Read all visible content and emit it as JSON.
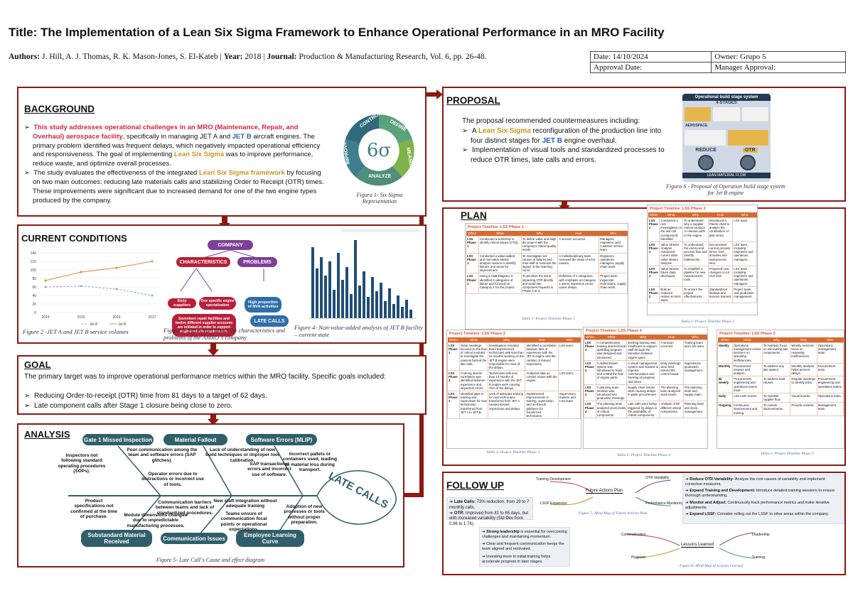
{
  "title": "Title: The Implementation of a Lean Six Sigma Framework to Enhance Operational Performance in an MRO Facility",
  "authors_label": "Authors:",
  "authors": "J. Hill, A. J. Thomas, R. K. Mason-Jones, S. El-Kateb",
  "year_label": "Year:",
  "year": "2018",
  "journal_label": "Journal:",
  "journal": "Production & Manufacturing Research, Vol. 6, pp. 26-48.",
  "meta": {
    "date": "Date: 14/10/2024",
    "owner": "Owner:  Grupo 5",
    "approval_date": "Approval Date:",
    "manager_approval": "Manager Approval:"
  },
  "background": {
    "heading": "BACKGROUND",
    "b1_hl": "This study addresses operational challenges in an MRO (Maintenance, Repair, and Overhaul) aerospace facility",
    "b1_a": ", specifically in managing JET A and ",
    "b1_jetb": "JET B",
    "b1_b": " aircraft engines. The primary problem identified was frequent delays, which negatively impacted operational efficiency and responsiveness. The goal of implementing ",
    "b1_lss": "Lean Six Sigma",
    "b1_c": " was to improve performance, reduce waste, and optimize overall processes.",
    "b2_a": "The study evaluates the effectiveness of the integrated ",
    "b2_lss": "Lean Six Sigma framework",
    "b2_b": " by focusing on two main outcomes: reducing late materials calls and stabilizing Order to Receipt (OTR) times. These improvements were significant due to increased demand for one of the two engine types produced by the company.",
    "dmaic": [
      "CONTROL",
      "DEFINE",
      "MEASURE",
      "ANALYZE",
      "IMPROVE"
    ],
    "caption": "Figura 1- Six Sigma Representation"
  },
  "current": {
    "heading": "CURRENT CONDITIONS",
    "caption2": "Figure 2 -JET A and JET B service volumes",
    "caption3": "Figure 3- Flowchart about the characteristics and problems of the AMRO´s company",
    "caption4": "Figure 4- Non-value-added analysis of JET B facility – current state",
    "flow": {
      "company": "COMPANY",
      "characteristics": "CHARACTERISTICS",
      "problems": "PROBLEMS",
      "sixty": "Sixty suppliers",
      "one": "One specific engine specialization",
      "nva": "High proportion of NVA activities",
      "seventeen": "Seventeen repair facilities and twelve different supplier accounts are initiated in order to support engine rebuild requirements",
      "late": "LATE CALLS"
    }
  },
  "chart_data": {
    "type": "line",
    "x": [
      "2014",
      "2015",
      "2016",
      "2017"
    ],
    "series": [
      {
        "name": "Jet A",
        "values": [
          60,
          62,
          55,
          40
        ]
      },
      {
        "name": "Jet B",
        "values": [
          75,
          95,
          105,
          120
        ]
      }
    ],
    "ylim": [
      0,
      140
    ],
    "yticks": [
      "0",
      "20",
      "40",
      "60",
      "80",
      "100",
      "120",
      "140"
    ],
    "grid": true,
    "legend": "bottom",
    "colors": {
      "Jet A": "#8fa6c4",
      "Jet B": "#e08a3c"
    }
  },
  "goal": {
    "heading": "GOAL",
    "intro": "The primary target was to improve operational performance metrics within the MRO facility. Specific goals included:",
    "items": [
      "Reducing Order-to-receipt (OTR) time from 81 days to a target of 62 days.",
      "Late component calls after Stage 1 closure being close to zero."
    ]
  },
  "analysis": {
    "heading": "ANALYSIS",
    "heads": {
      "gate": "Gate 1 Missed Inspection",
      "material": "Material Fallout",
      "software": "Software Errors (MLIP)",
      "substandard": "Substandard Material Received",
      "communication": "Communication Issues",
      "employee": "Employee Learning Curve"
    },
    "effect": "LATE CALLS",
    "causes": {
      "c1": "Inspectors not following standard operating procedures (SOPs).",
      "c2": "Poor communication among the team and software errors (SAP glitches).",
      "c3": "Operator errors due to distractions or incorrect use of tools.",
      "c4": "Lack of understanding of new build techniques or improper tool calibration.",
      "c5": "SAP transactional errors and incorrect use of software.",
      "c6": "Incorrect pallets or containers used, leading to material loss during transport.",
      "c7": "Product specifications not confirmed at the time of purchase.",
      "c8": "Communication barriers between teams and lack of standardized procedures.",
      "c9": "Module dimensions changed due to unpredictable manufacturing processes.",
      "c10": "New staff integration without adequate training",
      "c11": "Teams unsure of communication focal points or operational expectations.",
      "c12": "Adoption of new processes or tools without proper preparation."
    },
    "caption": "Figure 5- Late Call´s Cause and effect diagram"
  },
  "proposal": {
    "heading": "PROPOSAL",
    "intro": "The proposal recommended countermeasures including:",
    "p1_a": "A ",
    "p1_lss": "Lean Six Sigma",
    "p1_b": " reconfiguration of the production line into four distinct stages for ",
    "p1_jetb": "JET B",
    "p1_c": " engine overhaul.",
    "p2": "Implementation of visual tools and standardized processes to reduce OTR times, late calls  and errors.",
    "infographic_title": "Operational build stage system",
    "infographic_sub": "4-STAGES",
    "infographic_aero": "AEROSPACE",
    "infographic_lean": "LEAN MATERIAL FLOW",
    "infographic_reduce": "REDUCE",
    "infographic_otr": "OTR",
    "caption": "Figura 6 - Proposal of Operation build stage system for Jet B engine"
  },
  "plan": {
    "heading": "PLAN",
    "table_headers": [
      "When",
      "What",
      "Why",
      "How",
      "Who"
    ],
    "t1": {
      "title": "Project Timeline: LSS Phase 1",
      "rows": [
        [
          "LSS Phase 1",
          "Conducted a workshop to identify critical issues (CTQ).",
          "To define value and align the project with the company's critical quality needs.",
          "A session occurred.",
          "Managers, engineers, and customer service team."
        ],
        [
          "LSS Phase 1",
          "Conducted a value-added and non-value-added analysis session to identify failures and areas for improvement.",
          "To investigate root causes of failures and train staff to minimize the impact of the 'learning curve'.",
          "A multidisciplinary team reviewed the chain of error causes.",
          "Engineers, operations managers, supply chain team."
        ],
        [
          "LSS Phase 1",
          "Using a C&E Diagram, it identified 4 categories of failure and focused on Category 1 for the project.",
          "To prioritize the issue impacting OTR directly and avoid late component requests in Phase 2 or 3.",
          "Definition of 4 categories, with emphasis on Category 1 where inspection errors cause delays.",
          "Project team, inspection technicians, supply chain team."
        ]
      ],
      "caption": "Tabla 1- Project Timeline Phase 1"
    },
    "t2": {
      "title": "Project Timeline: LSS Phase 2",
      "rows": [
        [
          "LSS Phase 2",
          "Conducted a root investigation on the last call (component) identified.",
          "To understand why a supplier cannot produce or release parts to the engine.",
          "Introduced a Pareto chart to analyze the contribution of part errors.",
          "LSS team."
        ],
        [
          "LSS Phase 2",
          "Value Stream Analysis conducted current state value stream analysis.",
          "To understand the end-to-end process flow and identify bottlenecks.",
          "Documented current process times, NVA activities and total process time.",
          "LSS team, including engineers and operations managers."
        ],
        [
          "LSS Phase 2",
          "Value Stream future state developed.",
          "To establish a pipeline for new measurement tools.",
          "Proposed new changes to cut NVA time.",
          "LSS team, including engineers and operations managers."
        ],
        [
          "LSS Phase 2",
          "Built an evidence review on NVA steps.",
          "To ensure the project effectiveness.",
          "Standardized findings and lessons learned.",
          "Project team and production management."
        ]
      ],
      "caption": "Tabla 2- Project Timeline Phase 2"
    },
    "t3": {
      "title": "Project Timeline: LSS Phase 3",
      "rows": [
        [
          "LSS Phase 3",
          "Team meetings focused on the flow of critical modules to investigate the reasons behind the late calls.",
          "Investigation revealed that inexperienced technicians with less than 12 months working on the JET B engine were responsible for most of the delays.",
          "Identified a correlation between lack of experience with the JET B engine and the number of missed inspections.",
          "LSS team."
        ],
        [
          "LSS Phase 3",
          "A strong inverse correlation was identified between experience and inspection errors.",
          "Technicians with less than 12 months of experience with the JET B engine were causing 75% of the delays.",
          "Analyzed data on contact issues with the engine.",
          "LSS team."
        ],
        [
          "LSS Phase 3",
          "Identified gaps in training and supervision for new technicians transferred from JET A to JET B.",
          "Lack of adequate training for new technicians transferred from JET A caused missed inspections and delays.",
          "Implemented improvements in training, supervision, and on-the-job guidance for transferred technicians.",
          "Supervisors, trainers and LSS team."
        ]
      ],
      "caption": "Tabla 3- Project Timeline Phase 3"
    },
    "t4": {
      "title": "Project Timeline: LSS Phase 4",
      "rows": [
        [
          "LSS Phase 4",
          "A comprehensive training and technical upskilling program was designed and introduced.",
          "Existing training was insufficient to support staff through the transition between engine types.",
          "A session occurred.",
          "Training team and LSS team."
        ],
        [
          "LSS Phase 4",
          "A skilled-based system was introduced to track and control the flow of engine parts.",
          "A visual management system was needed to improve communication and tracking of progress and times.",
          "Daily meetings were held around the control board.",
          "Supervisors, production management."
        ],
        [
          "LSS Phase 4",
          "A planning team member was introduced into production meetings.",
          "Supply chain issues were causing delays in parts procurement.",
          "The planning team analyzed stock levels.",
          "The planning team and supply chain."
        ],
        [
          "LSS Phase 4",
          "The planning team analyzed stock levels of critical components.",
          "Late calls were being triggered by delays in the availability of critical components.",
          "Analysis of 88 different critical components.",
          "Planning team and stock management."
        ]
      ],
      "caption": "Tabla 4- Project Timeline Phase 4"
    },
    "t5": {
      "title": "Project Timeline: LSS Phase 5",
      "rows": [
        [
          "Weekly",
          "Operations management review sessions on operating inefficiencies.",
          "To maintain focus on eliminating late components.",
          "Weekly sessions focus on reviewing inefficiencies.",
          "Operations management team."
        ],
        [
          "Monthly",
          "Procurement reviews and analysis.",
          "To address any late spares.",
          "Monthly analysis helps prevent delays.",
          "Procurement team."
        ],
        [
          "Bi-weekly",
          "Procurement, engineering and operations teams meet.",
          "To address fault causes.",
          "Regular meetings to identify risks.",
          "Procurement, engineering and operations teams."
        ],
        [
          "Daily",
          "LSS tools review.",
          "To maintain supplier flow.",
          "Visual boards.",
          "Operations team."
        ],
        [
          "Ongoing",
          "Continuous improvement and training.",
          "To sustain improvements.",
          "Periodic reviews.",
          "Management team."
        ]
      ],
      "caption": "Tabla 5- Project Timeline Phase 5"
    }
  },
  "follow": {
    "heading": "FOLLOW UP",
    "mm1": {
      "center": "Future Actions Plan",
      "n1": "Training Development",
      "n2": "LSSP Expansion",
      "n3": "OTR Variability",
      "n4": "Performance Monitoring",
      "caption": "Figure 7- Mind Map of Future Actions Plan"
    },
    "results": {
      "l1_label": "Late Calls:",
      "l1": "73% reduction, from 29 to 7 monthly calls.",
      "l2_label": "OTR:",
      "l2": "Improved from 81 to 65 days, but with increased variability (Std Dev from 0.96 to 1.76)."
    },
    "actions": [
      {
        "label": "Reduce OTR Variability:",
        "text": "Analyze the root causes of variability and implement corrective measures."
      },
      {
        "label": "Expand Training and Development:",
        "text": "Introduce detailed training sessions to ensure thorough understanding."
      },
      {
        "label": "Monitor and Adjust:",
        "text": "Continuously track performance metrics and make iterative adjustments."
      },
      {
        "label": "Expand LSSF:",
        "text": "Consider rolling out the LSSF to other areas within the company."
      }
    ],
    "lessons": [
      {
        "label": "Strong leadership",
        "text": " is essential for overcoming challenges and maintaining momentum."
      },
      {
        "label": "",
        "text": "Clear and frequent communication keeps the team aligned and motivated."
      },
      {
        "label": "",
        "text": "Investing more in initial training helps accelerate progress in later stages."
      }
    ],
    "mm2": {
      "center": "Lessons Learned",
      "n1": "Communication",
      "n2": "Leadership",
      "n3": "Progress",
      "n4": "Training",
      "caption": "Figure 8- Mind Map of Lessons Learned"
    }
  }
}
